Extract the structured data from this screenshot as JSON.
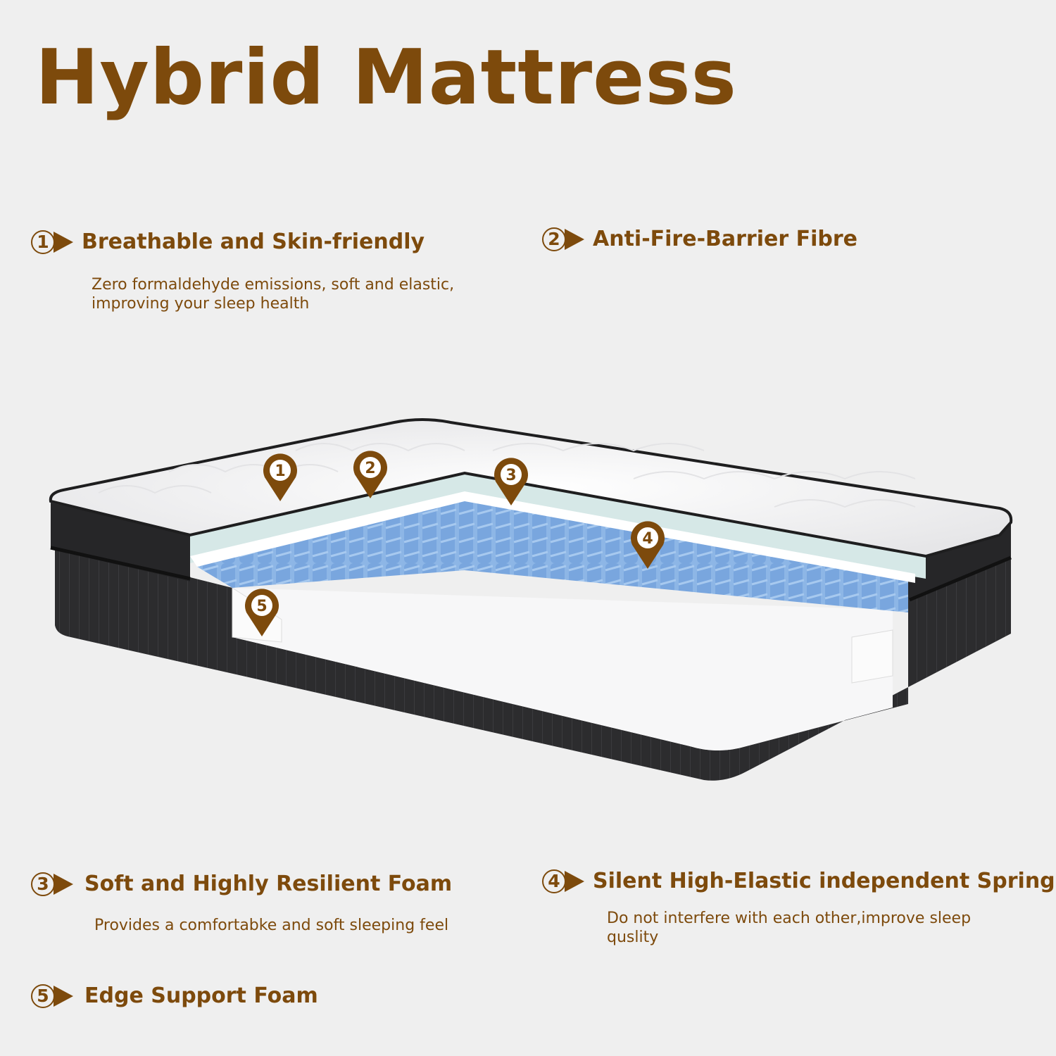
{
  "title": "Hybrid Mattress",
  "features": [
    {
      "num": "1",
      "title": "Breathable and Skin-friendly",
      "desc": "Zero formaldehyde emissions, soft and elastic,\nimproving your sleep health"
    },
    {
      "num": "2",
      "title": "Anti-Fire-Barrier Fibre",
      "desc": ""
    },
    {
      "num": "3",
      "title": "Soft and Highly Resilient Foam",
      "desc": "Provides a comfortabke and soft sleeping feel"
    },
    {
      "num": "4",
      "title": "Silent High-Elastic independent Spring",
      "desc": "Do not interfere with each other,improve sleep\nquslity"
    },
    {
      "num": "5",
      "title": "Edge Support Foam",
      "desc": ""
    }
  ],
  "pins": [
    "1",
    "2",
    "3",
    "4",
    "5"
  ],
  "colors": {
    "accent": "#7d4a0c",
    "background": "#efefef",
    "springs": "#7aa9e0",
    "comfort_layer": "#cfe4e4"
  }
}
